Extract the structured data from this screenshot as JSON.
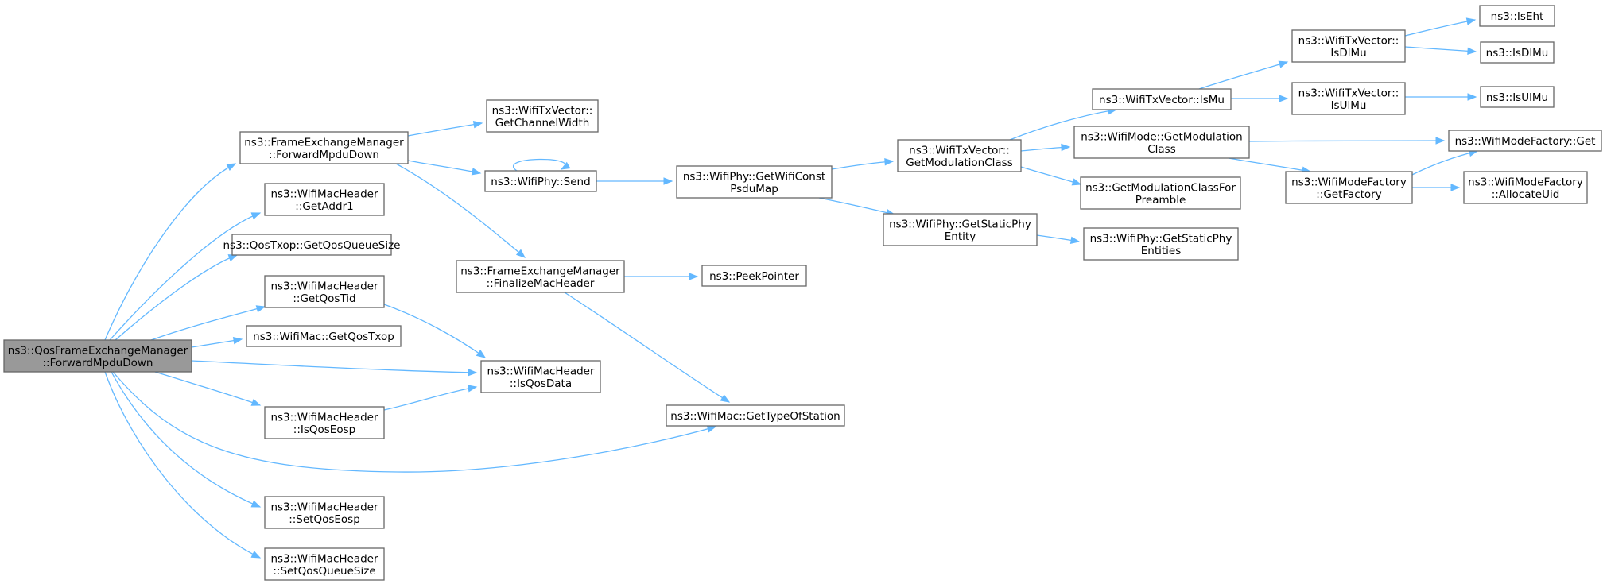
{
  "nodes": [
    {
      "id": "root",
      "lines": [
        "ns3::QosFrameExchangeManager",
        "::ForwardMpduDown"
      ],
      "root": true
    },
    {
      "id": "fem_fwd",
      "lines": [
        "ns3::FrameExchangeManager",
        "::ForwardMpduDown"
      ]
    },
    {
      "id": "getaddr1",
      "lines": [
        "ns3::WifiMacHeader",
        "::GetAddr1"
      ]
    },
    {
      "id": "getqosqs",
      "lines": [
        "ns3::QosTxop::GetQosQueueSize"
      ]
    },
    {
      "id": "getqostid",
      "lines": [
        "ns3::WifiMacHeader",
        "::GetQosTid"
      ]
    },
    {
      "id": "getqostxop",
      "lines": [
        "ns3::WifiMac::GetQosTxop"
      ]
    },
    {
      "id": "isqoseosp",
      "lines": [
        "ns3::WifiMacHeader",
        "::IsQosEosp"
      ]
    },
    {
      "id": "setqoseosp",
      "lines": [
        "ns3::WifiMacHeader",
        "::SetQosEosp"
      ]
    },
    {
      "id": "setqosqs",
      "lines": [
        "ns3::WifiMacHeader",
        "::SetQosQueueSize"
      ]
    },
    {
      "id": "getchw",
      "lines": [
        "ns3::WifiTxVector::",
        "GetChannelWidth"
      ]
    },
    {
      "id": "send",
      "lines": [
        "ns3::WifiPhy::Send"
      ]
    },
    {
      "id": "finalize",
      "lines": [
        "ns3::FrameExchangeManager",
        "::FinalizeMacHeader"
      ]
    },
    {
      "id": "isqosdata",
      "lines": [
        "ns3::WifiMacHeader",
        "::IsQosData"
      ]
    },
    {
      "id": "peek",
      "lines": [
        "ns3::PeekPointer"
      ]
    },
    {
      "id": "gettype",
      "lines": [
        "ns3::WifiMac::GetTypeOfStation"
      ]
    },
    {
      "id": "psdumap",
      "lines": [
        "ns3::WifiPhy::GetWifiConst",
        "PsduMap"
      ]
    },
    {
      "id": "getmodclass",
      "lines": [
        "ns3::WifiTxVector::",
        "GetModulationClass"
      ]
    },
    {
      "id": "staticent",
      "lines": [
        "ns3::WifiPhy::GetStaticPhy",
        "Entity"
      ]
    },
    {
      "id": "ismu",
      "lines": [
        "ns3::WifiTxVector::IsMu"
      ]
    },
    {
      "id": "modeclass",
      "lines": [
        "ns3::WifiMode::GetModulation",
        "Class"
      ]
    },
    {
      "id": "modpre",
      "lines": [
        "ns3::GetModulationClassFor",
        "Preamble"
      ]
    },
    {
      "id": "staticents",
      "lines": [
        "ns3::WifiPhy::GetStaticPhy",
        "Entities"
      ]
    },
    {
      "id": "isdlmu_v",
      "lines": [
        "ns3::WifiTxVector::",
        "IsDlMu"
      ]
    },
    {
      "id": "isulmu_v",
      "lines": [
        "ns3::WifiTxVector::",
        "IsUlMu"
      ]
    },
    {
      "id": "getfactory",
      "lines": [
        "ns3::WifiModeFactory",
        "::GetFactory"
      ]
    },
    {
      "id": "iseht",
      "lines": [
        "ns3::IsEht"
      ]
    },
    {
      "id": "isdlmu",
      "lines": [
        "ns3::IsDlMu"
      ]
    },
    {
      "id": "isulmu",
      "lines": [
        "ns3::IsUlMu"
      ]
    },
    {
      "id": "mfget",
      "lines": [
        "ns3::WifiModeFactory::Get"
      ]
    },
    {
      "id": "allocuid",
      "lines": [
        "ns3::WifiModeFactory",
        "::AllocateUid"
      ]
    }
  ]
}
